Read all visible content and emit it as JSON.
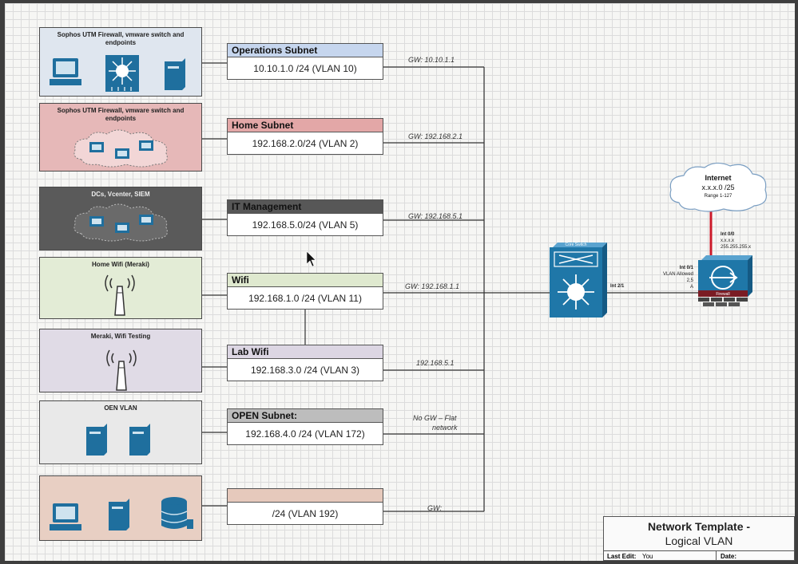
{
  "groups": [
    {
      "title": "Sophos UTM Firewall, vmware switch and endpoints",
      "fill": "#dfe6ef"
    },
    {
      "title": "Sophos UTM Firewall, vmware switch and endpoints",
      "fill": "#e6b8b8"
    },
    {
      "title": "DCs, Vcenter, SIEM",
      "fill": "#5a5a5a"
    },
    {
      "title": "Home Wifi (Meraki)",
      "fill": "#e3ecd6"
    },
    {
      "title": "Meraki, Wifi Testing",
      "fill": "#e0dbe6"
    },
    {
      "title": "OEN VLAN",
      "fill": "#e9e9e9"
    },
    {
      "title": "",
      "fill": "#e8cfc3"
    }
  ],
  "subnets": [
    {
      "name": "Operations Subnet",
      "address": "10.10.1.0 /24 (VLAN 10)",
      "header_color": "#c6d6ee",
      "gateway": "GW: 10.10.1.1"
    },
    {
      "name": "Home Subnet",
      "address": "192.168.2.0/24 (VLAN 2)",
      "header_color": "#e3a7a7",
      "gateway": "GW: 192.168.2.1"
    },
    {
      "name": "IT Management",
      "address": "192.168.5.0/24 (VLAN 5)",
      "header_color": "#575757",
      "gateway": "GW: 192.168.5.1"
    },
    {
      "name": "Wifi",
      "address": "192.168.1.0 /24 (VLAN 11)",
      "header_color": "#dfe9cf",
      "gateway": "GW: 192.168.1.1"
    },
    {
      "name": "Lab Wifi",
      "address": "192.168.3.0 /24 (VLAN 3)",
      "header_color": "#dcd6e3",
      "gateway": "192.168.5.1"
    },
    {
      "name": "OPEN Subnet:",
      "address": "192.168.4.0 /24 (VLAN 172)",
      "header_color": "#bdbdbd",
      "gateway_line1": "No GW – Flat",
      "gateway_line2": "network"
    },
    {
      "name": "",
      "address": "/24 (VLAN 192)",
      "header_color": "#e6c9bc",
      "gateway": "GW:"
    }
  ],
  "core_switch": {
    "label": "Core Switch",
    "port": "Int 2/1",
    "color": "#1f77a8"
  },
  "firewall": {
    "label": "Firewall",
    "inside_port": [
      "Int 0/1",
      "VLAN Allowed",
      "2,5",
      "A"
    ],
    "outside_port": [
      "Int 0/0",
      "x.x.x.x",
      "255.255.255.x"
    ]
  },
  "internet": {
    "title": "Internet",
    "subnet": "x.x.x.0 /25",
    "range": "Range 1-127"
  },
  "title_block": {
    "title": "Network Template -",
    "subtitle": "Logical VLAN",
    "last_edit_label": "Last Edit:",
    "last_edit_value": "You",
    "date_label": "Date:"
  },
  "colors": {
    "icon_blue": "#1f6f9e",
    "uplink_red": "#cc1a2a"
  },
  "icons": [
    "workstation-icon",
    "switch-icon",
    "server-icon",
    "wireless-access-point-icon",
    "database-icon",
    "cloud-icon",
    "firewall-icon",
    "core-switch-icon",
    "cursor-icon"
  ]
}
